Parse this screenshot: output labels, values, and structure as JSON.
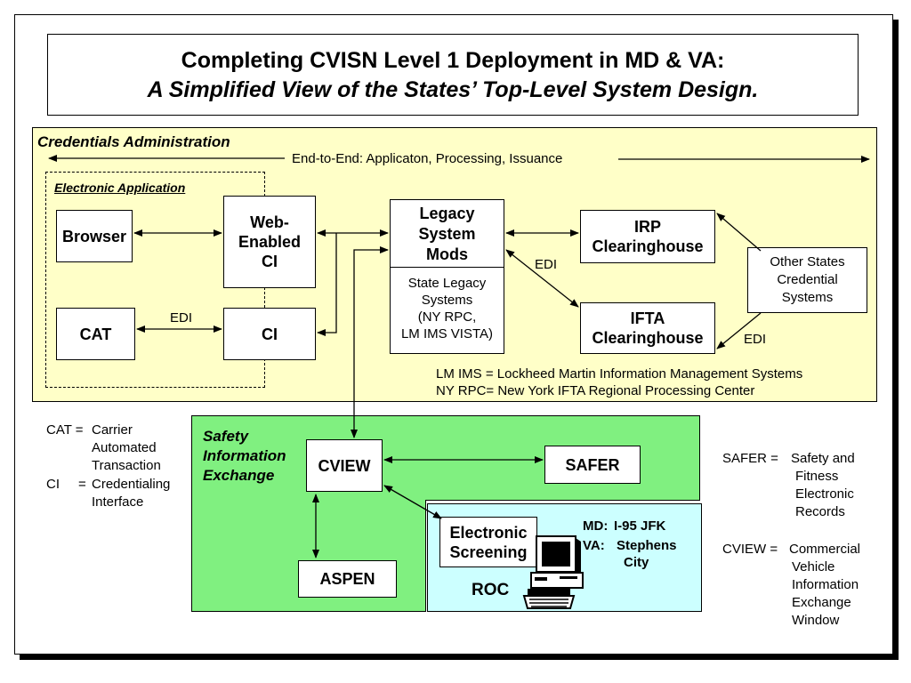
{
  "title": {
    "line1": "Completing CVISN Level 1 Deployment in MD & VA:",
    "line2": "A Simplified View of the States’ Top-Level System Design."
  },
  "credentials_admin": {
    "heading": "Credentials Administration",
    "end_to_end": "End-to-End:  Applicaton, Processing, Issuance",
    "electronic_application": "Electronic Application",
    "browser": "Browser",
    "web_ci": [
      "Web-",
      "Enabled",
      "CI"
    ],
    "cat": "CAT",
    "ci": "CI",
    "edi_cat_ci": "EDI",
    "legacy_mods": [
      "Legacy",
      "System",
      "Mods"
    ],
    "state_legacy": [
      "State Legacy",
      "Systems",
      "(NY RPC,",
      "LM IMS VISTA)"
    ],
    "irp": [
      "IRP",
      "Clearinghouse"
    ],
    "ifta": [
      "IFTA",
      "Clearinghouse"
    ],
    "edi_legacy_ifta": "EDI",
    "edi_ifta_other": "EDI",
    "other_states": [
      "Other States",
      "Credential",
      "Systems"
    ],
    "note_lmims": "LM IMS = Lockheed Martin Information Management Systems",
    "note_nyrpc": "NY RPC= New York IFTA Regional Processing Center"
  },
  "safety": {
    "heading": [
      "Safety",
      "Information",
      "Exchange"
    ],
    "cview": "CVIEW",
    "safer": "SAFER",
    "aspen": "ASPEN",
    "screening": [
      "Electronic",
      "Screening"
    ],
    "roc": "ROC",
    "md_label": "MD:",
    "md_value": "I-95 JFK",
    "va_label": "VA:",
    "va_value": [
      "Stephens",
      "City"
    ]
  },
  "legend_left": {
    "cat_term": "CAT =",
    "cat_def": [
      "Carrier",
      "Automated",
      "Transaction"
    ],
    "ci_term": "CI",
    "ci_eq": "=",
    "ci_def": [
      "Credentialing",
      "Interface"
    ]
  },
  "legend_right": {
    "safer_term": "SAFER =",
    "safer_def": [
      "Safety and",
      "Fitness",
      "Electronic",
      "Records"
    ],
    "cview_term": "CVIEW =",
    "cview_def": [
      "Commercial",
      "Vehicle",
      "Information",
      "Exchange",
      "Window"
    ]
  },
  "colors": {
    "credentials_bg": "#ffffc8",
    "safety_bg": "#80f080",
    "roc_bg": "#ccffff"
  }
}
